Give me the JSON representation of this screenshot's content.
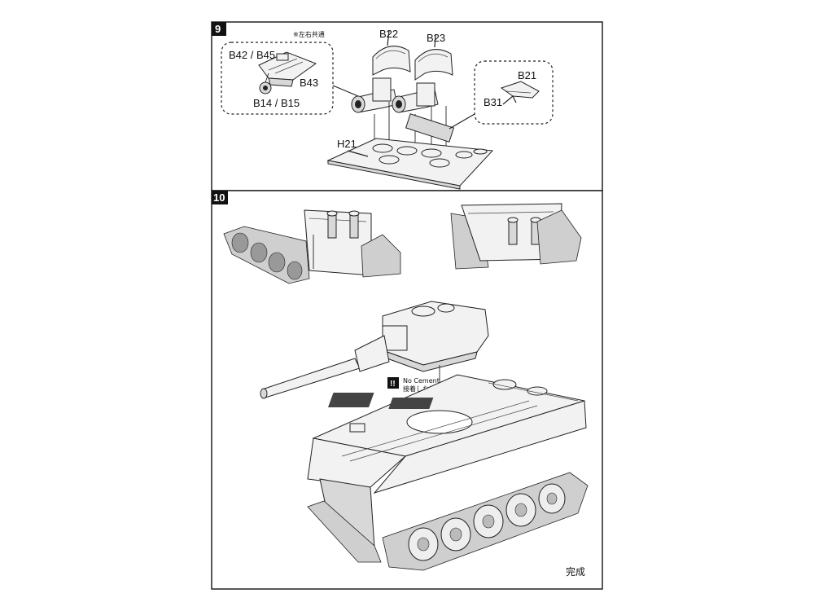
{
  "steps": [
    {
      "number": "9",
      "note": "※左右共通",
      "parts": {
        "b22": "B22",
        "b23": "B23",
        "b42_b45": "B42 / B45",
        "b43": "B43",
        "b14_b15": "B14 / B15",
        "h21": "H21",
        "b21": "B21",
        "b31": "B31"
      }
    },
    {
      "number": "10",
      "warning": {
        "icon": "!!",
        "line1": "No Cement",
        "line2": "接着しない"
      },
      "completion": "完成"
    }
  ],
  "colors": {
    "frame": "#222222",
    "step_badge": "#111111",
    "part_fill": "#f2f2f2",
    "track_fill": "#cfcfcf"
  }
}
